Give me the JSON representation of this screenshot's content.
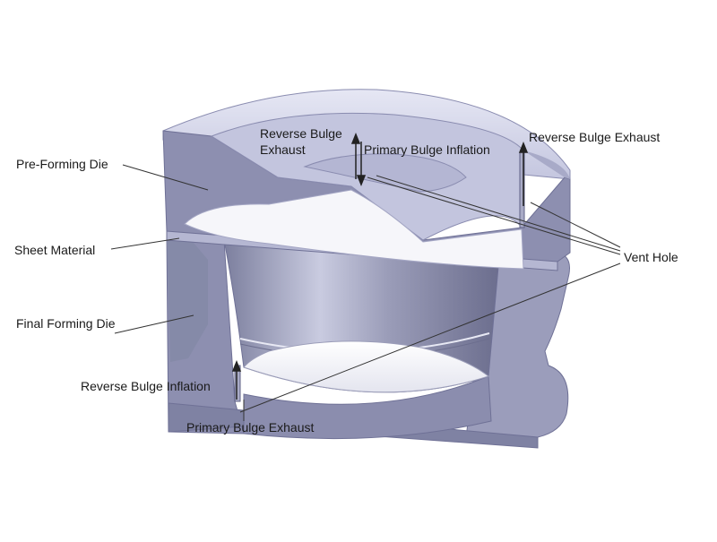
{
  "labels": {
    "pre_forming_die": "Pre-Forming Die",
    "sheet_material": "Sheet Material",
    "final_forming_die": "Final Forming Die",
    "reverse_bulge_inflation": "Reverse Bulge Inflation",
    "primary_bulge_exhaust": "Primary Bulge Exhaust",
    "reverse_bulge_exhaust_left_line1": "Reverse Bulge",
    "reverse_bulge_exhaust_left_line2": "Exhaust",
    "primary_bulge_inflation": "Primary Bulge Inflation",
    "reverse_bulge_exhaust_right": "Reverse Bulge Exhaust",
    "vent_hole": "Vent Hole"
  },
  "colors": {
    "die_face": "#8d8fb0",
    "die_top": "#d3d5ec",
    "die_edge": "#6f7196",
    "cavity_light": "#f4f4f8",
    "leader_line": "#333333"
  }
}
